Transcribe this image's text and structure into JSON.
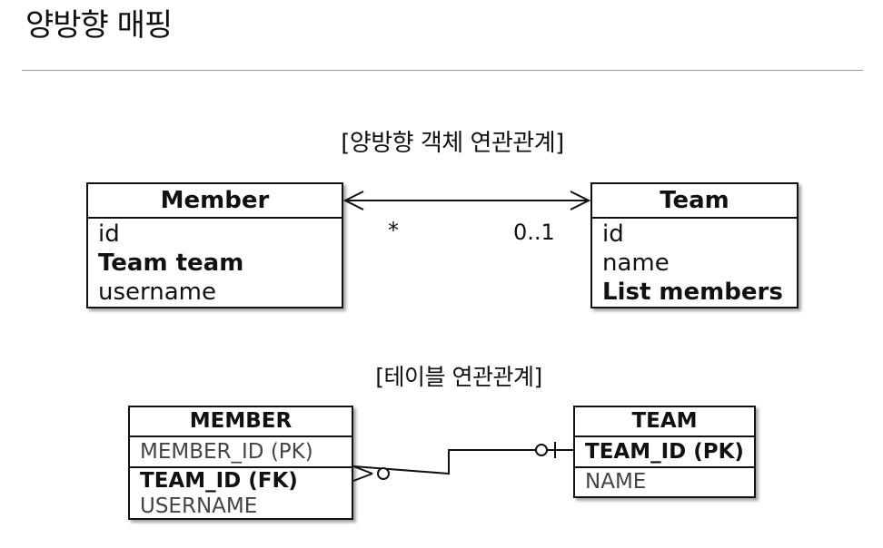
{
  "title": "양방향 매핑",
  "object_section": {
    "caption": "[양방향 객체 연관관계]",
    "member_class": {
      "name": "Member",
      "fields": [
        "id",
        "Team team",
        "username"
      ]
    },
    "team_class": {
      "name": "Team",
      "fields": [
        "id",
        "name",
        "List members"
      ]
    },
    "member_multiplicity": "*",
    "team_multiplicity": "0..1"
  },
  "table_section": {
    "caption": "[테이블 연관관계]",
    "member_table": {
      "name": "MEMBER",
      "pk": "MEMBER_ID (PK)",
      "fk": "TEAM_ID (FK)",
      "columns": [
        "USERNAME"
      ]
    },
    "team_table": {
      "name": "TEAM",
      "pk": "TEAM_ID (PK)",
      "columns": [
        "NAME"
      ]
    }
  }
}
